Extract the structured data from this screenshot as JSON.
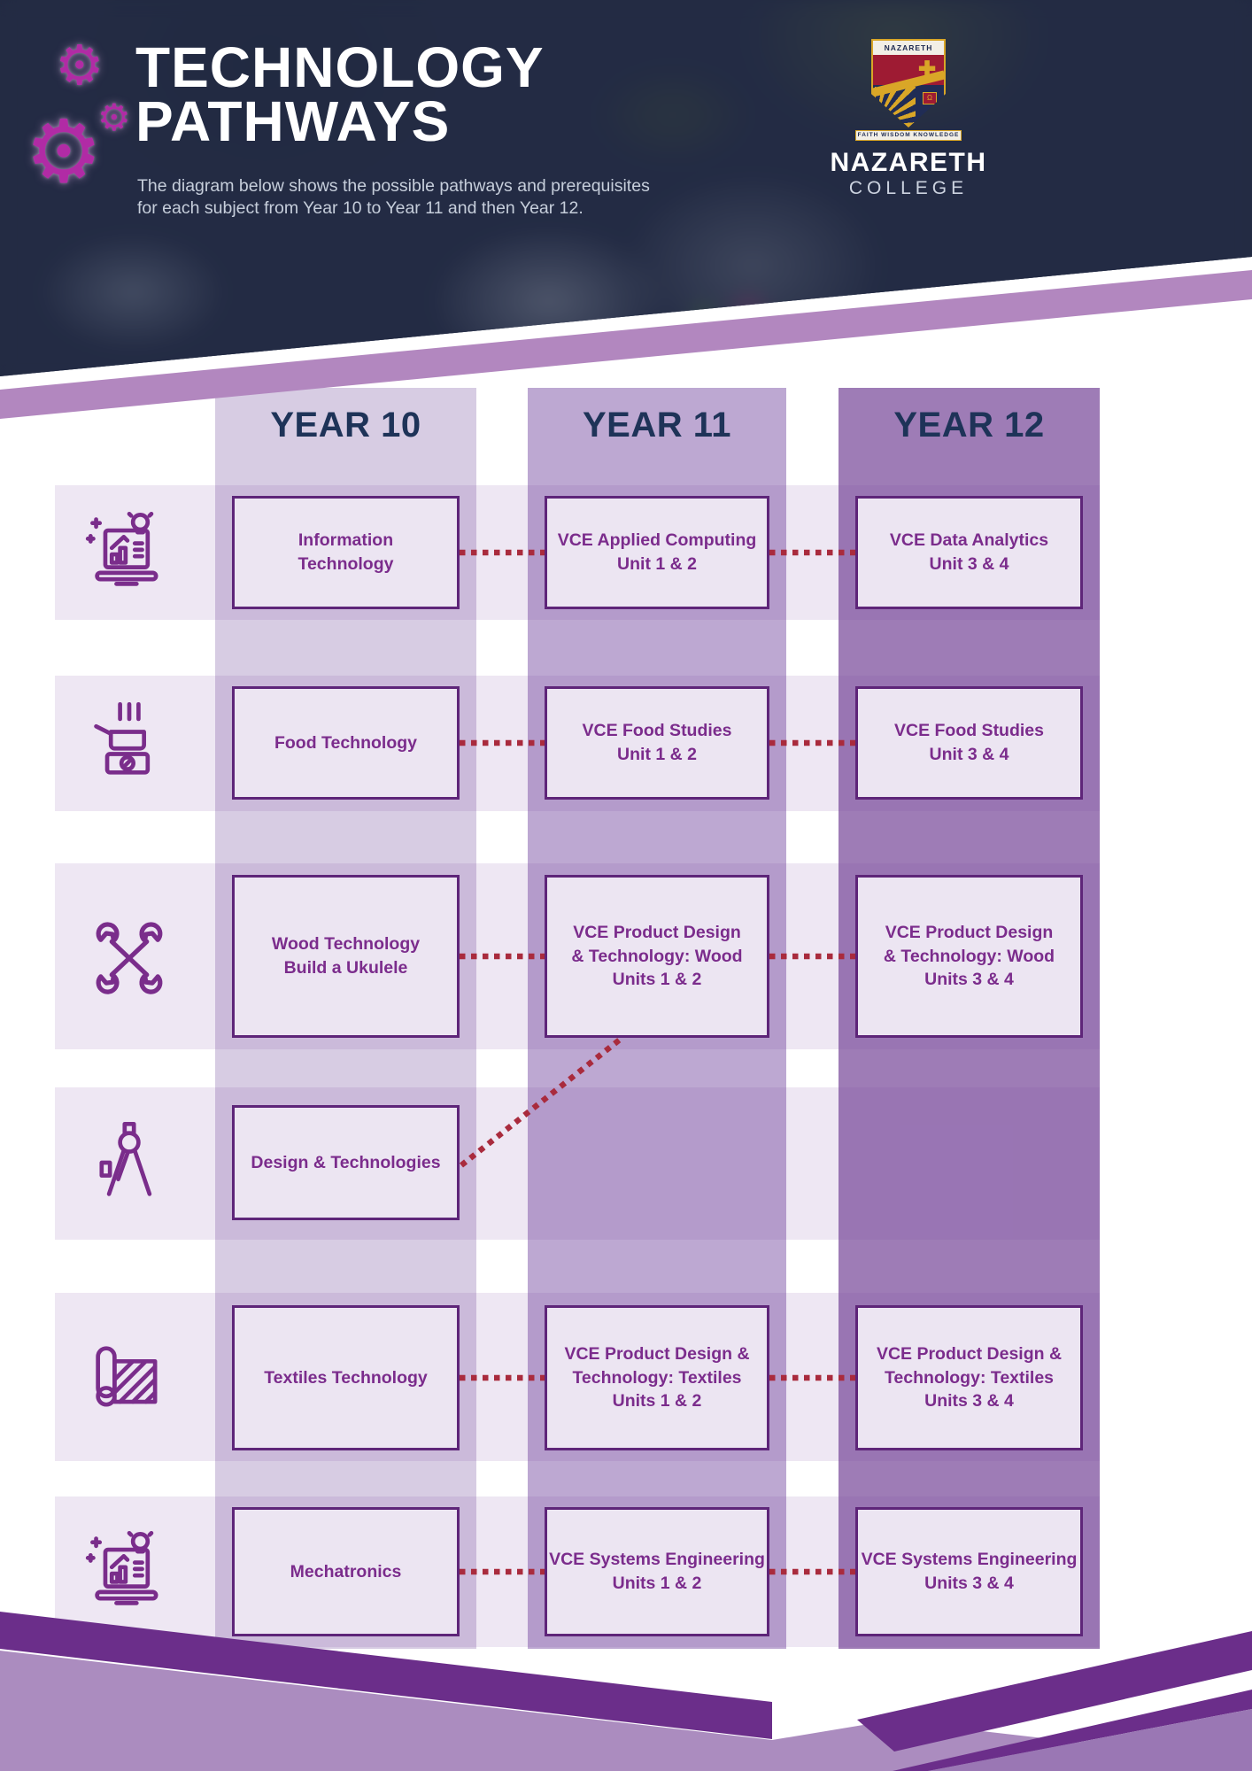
{
  "header": {
    "title_line1": "TECHNOLOGY",
    "title_line2": "PATHWAYS",
    "subtitle_line1": "The diagram below shows the possible pathways and prerequisites",
    "subtitle_line2": "for each subject from Year 10 to Year 11 and then Year 12.",
    "logo": {
      "crest_title": "NAZARETH",
      "crest_lamp_text": "Ω",
      "motto": "FAITH   WISDOM   KNOWLEDGE",
      "name": "NAZARETH",
      "subname": "COLLEGE"
    }
  },
  "columns": [
    {
      "id": "year10",
      "label": "YEAR 10"
    },
    {
      "id": "year11",
      "label": "YEAR 11"
    },
    {
      "id": "year12",
      "label": "YEAR 12"
    }
  ],
  "rows": [
    {
      "icon": "laptop-analytics-icon",
      "cells": {
        "year10": [
          "Information",
          "Technology"
        ],
        "year11": [
          "VCE Applied Computing",
          "Unit 1 & 2"
        ],
        "year12": [
          "VCE Data Analytics",
          "Unit 3 & 4"
        ]
      }
    },
    {
      "icon": "cooking-pot-icon",
      "cells": {
        "year10": [
          "Food Technology"
        ],
        "year11": [
          "VCE Food Studies",
          "Unit 1 & 2"
        ],
        "year12": [
          "VCE Food Studies",
          "Unit 3 & 4"
        ]
      }
    },
    {
      "icon": "crossed-wrenches-icon",
      "cells": {
        "year10": [
          "Wood Technology",
          "Build a Ukulele"
        ],
        "year11": [
          "VCE Product Design",
          "& Technology: Wood",
          "Units 1 & 2"
        ],
        "year12": [
          "VCE Product Design",
          "& Technology: Wood",
          "Units 3 & 4"
        ]
      }
    },
    {
      "icon": "drafting-compass-icon",
      "cells": {
        "year10": [
          "Design & Technologies"
        ]
      }
    },
    {
      "icon": "textile-rolls-icon",
      "cells": {
        "year10": [
          "Textiles Technology"
        ],
        "year11": [
          "VCE Product Design &",
          "Technology: Textiles",
          "Units 1 & 2"
        ],
        "year12": [
          "VCE Product Design &",
          "Technology: Textiles",
          "Units 3 & 4"
        ]
      }
    },
    {
      "icon": "laptop-analytics-icon",
      "cells": {
        "year10": [
          "Mechatronics"
        ],
        "year11": [
          "VCE Systems Engineering",
          "Units 1 & 2"
        ],
        "year12": [
          "VCE Systems Engineering",
          "Units 3 & 4"
        ]
      }
    }
  ],
  "connections": [
    {
      "row": 0,
      "from": "year10",
      "to": "year11"
    },
    {
      "row": 0,
      "from": "year11",
      "to": "year12"
    },
    {
      "row": 1,
      "from": "year10",
      "to": "year11"
    },
    {
      "row": 1,
      "from": "year11",
      "to": "year12"
    },
    {
      "row": 2,
      "from": "year10",
      "to": "year11"
    },
    {
      "row": 2,
      "from": "year11",
      "to": "year12"
    },
    {
      "row": 4,
      "from": "year10",
      "to": "year11"
    },
    {
      "row": 4,
      "from": "year11",
      "to": "year12"
    },
    {
      "row": 5,
      "from": "year10",
      "to": "year11"
    },
    {
      "row": 5,
      "from": "year11",
      "to": "year12"
    },
    {
      "diagonal": true,
      "from_row": 3,
      "from": "year10",
      "to_row": 2,
      "to": "year11"
    }
  ],
  "colors": {
    "connector": "#a92b3d",
    "year_label": "#1e3358",
    "box_text": "#7b2c8c",
    "box_border": "#5e2579",
    "box_bg": "#ece5f2",
    "col_year10": "#d7cce3",
    "col_year11": "#bda8d2",
    "col_year12": "#9e7cb6",
    "header_navy": "#29324c",
    "diagonal_band": "#b287bf",
    "footer_dark": "#6b2e8a",
    "footer_light": "#ab8cbf",
    "footer_medium": "#9a77b4",
    "gear": "#b12ba5"
  }
}
